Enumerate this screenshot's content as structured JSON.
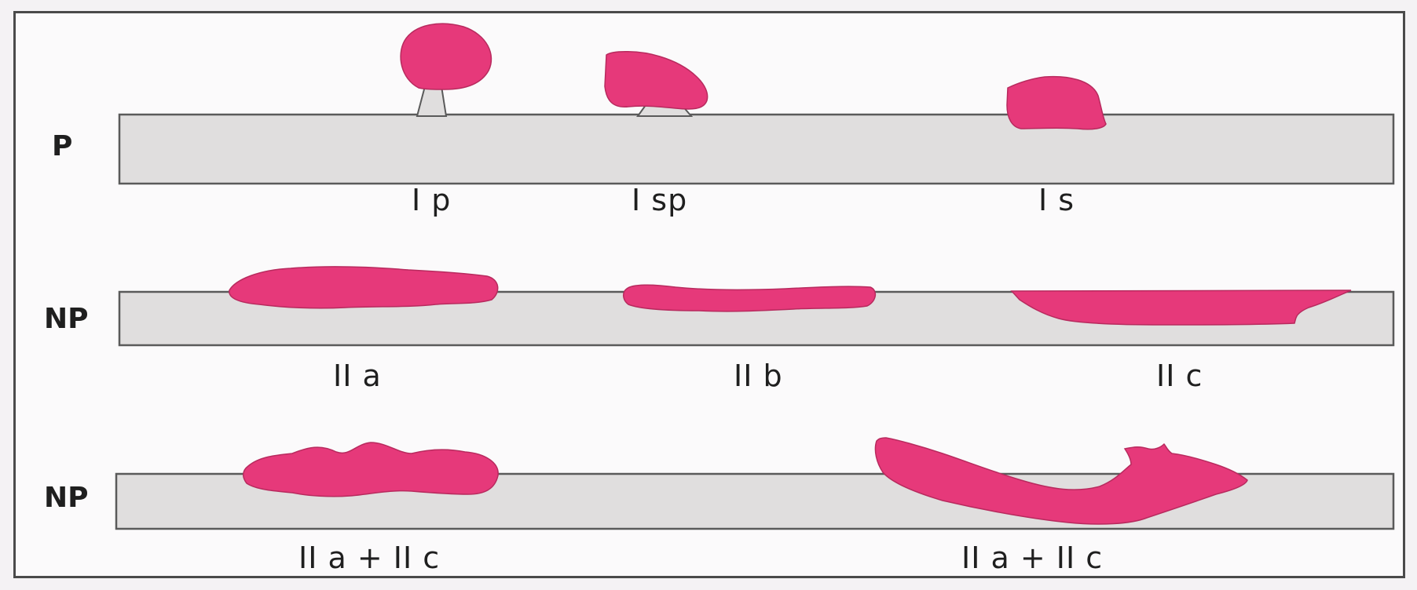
{
  "rows": [
    {
      "label": "P",
      "lesions": [
        "I p",
        "I sp",
        "I s"
      ]
    },
    {
      "label": "NP",
      "lesions": [
        "II a",
        "II b",
        "II c"
      ]
    },
    {
      "label": "NP",
      "lesions": [
        "II a + II c",
        "II a + II c"
      ]
    }
  ],
  "colors": {
    "lesion": "#e6397a",
    "mucosa": "#e0dede",
    "outline": "#5a5a5a"
  }
}
